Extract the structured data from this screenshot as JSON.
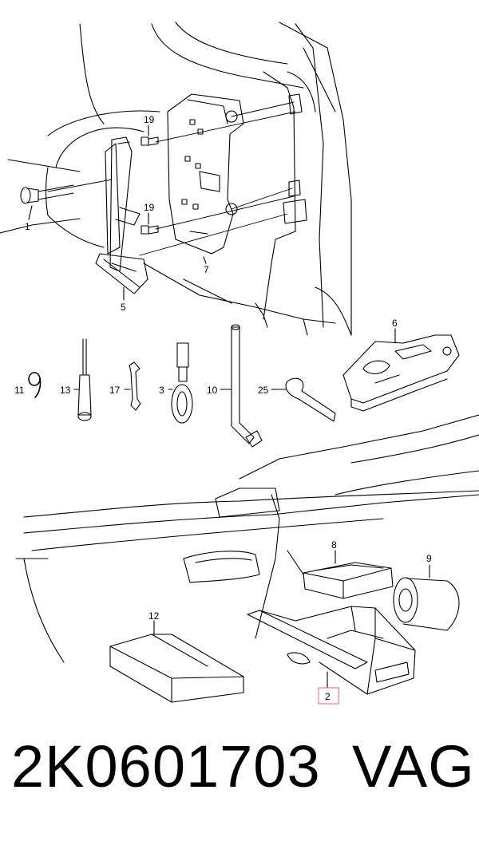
{
  "callouts": {
    "c1": "1",
    "c19a": "19",
    "c19b": "19",
    "c5": "5",
    "c7": "7",
    "c6": "6",
    "c11": "11",
    "c13": "13",
    "c17": "17",
    "c3": "3",
    "c10": "10",
    "c25": "25",
    "c8": "8",
    "c9": "9",
    "c12": "12",
    "c2": "2"
  },
  "handwritten_note": "9",
  "footer": {
    "part_number": "2K0601703",
    "brand": "VAG"
  },
  "colors": {
    "highlight_box": "#e0607a"
  }
}
